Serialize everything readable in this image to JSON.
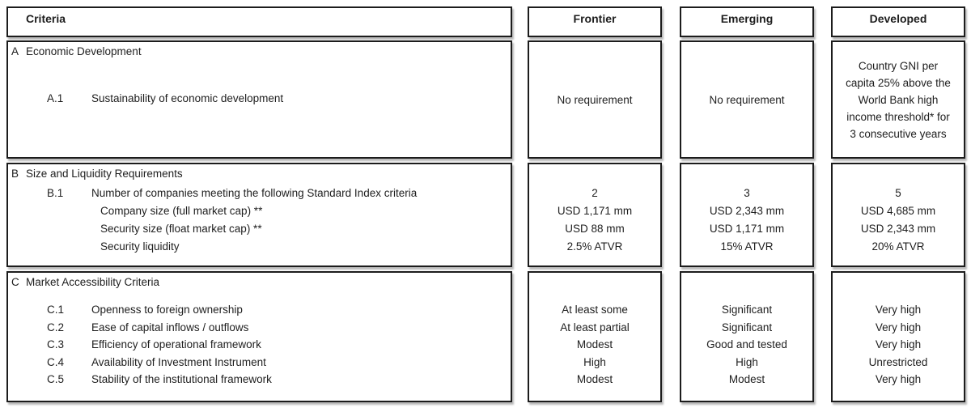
{
  "header": {
    "criteria": "Criteria",
    "frontier": "Frontier",
    "emerging": "Emerging",
    "developed": "Developed"
  },
  "sectionA": {
    "letter": "A",
    "title": "Economic Development",
    "row_code": "A.1",
    "row_label": "Sustainability of economic development",
    "frontier": "No requirement",
    "emerging": "No requirement",
    "developed": "Country GNI per\ncapita 25% above the\nWorld Bank high\nincome threshold* for\n3 consecutive years"
  },
  "sectionB": {
    "letter": "B",
    "title": "Size and Liquidity Requirements",
    "row_code": "B.1",
    "row_main": "Number of companies meeting the following Standard Index criteria",
    "sub_rows": [
      "Company size (full market cap) **",
      "Security size (float market cap) **",
      "Security liquidity"
    ],
    "frontier": [
      "2",
      "USD 1,171 mm",
      "USD 88 mm",
      "2.5% ATVR"
    ],
    "emerging": [
      "3",
      "USD 2,343 mm",
      "USD 1,171 mm",
      "15% ATVR"
    ],
    "developed": [
      "5",
      "USD 4,685 mm",
      "USD 2,343 mm",
      "20% ATVR"
    ]
  },
  "sectionC": {
    "letter": "C",
    "title": "Market Accessibility Criteria",
    "rows": [
      {
        "code": "C.1",
        "label": "Openness to foreign ownership"
      },
      {
        "code": "C.2",
        "label": "Ease of capital inflows / outflows"
      },
      {
        "code": "C.3",
        "label": "Efficiency of operational framework"
      },
      {
        "code": "C.4",
        "label": "Availability of Investment Instrument"
      },
      {
        "code": "C.5",
        "label": "Stability of the institutional framework"
      }
    ],
    "frontier": [
      "At least some",
      "At least partial",
      "Modest",
      "High",
      "Modest"
    ],
    "emerging": [
      "Significant",
      "Significant",
      "Good and tested",
      "High",
      "Modest"
    ],
    "developed": [
      "Very high",
      "Very high",
      "Very high",
      "Unrestricted",
      "Very high"
    ]
  }
}
